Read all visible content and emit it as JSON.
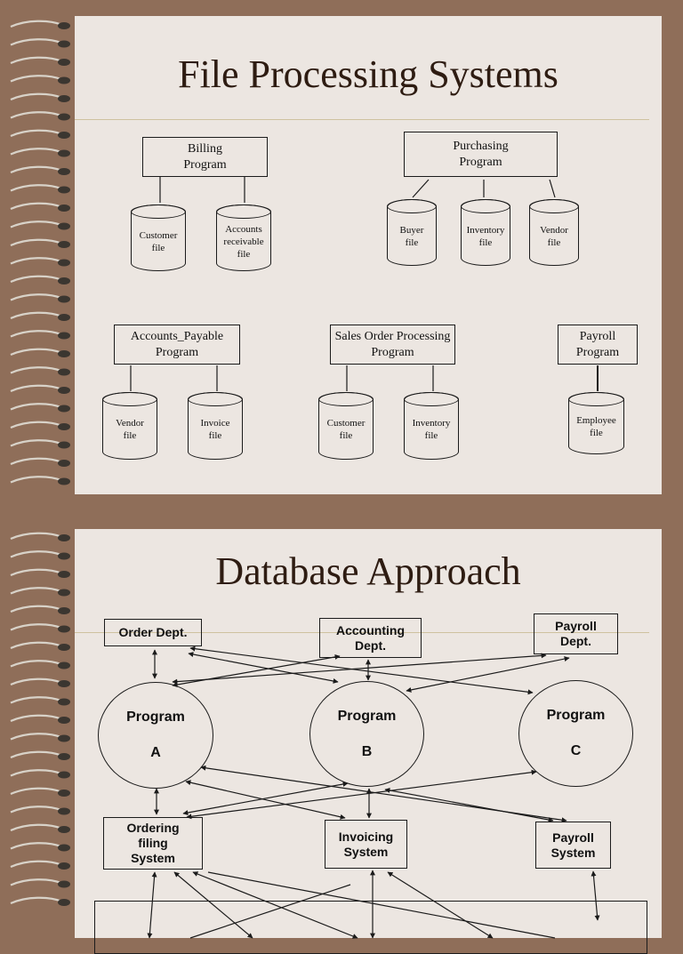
{
  "slide1": {
    "title": "File Processing Systems",
    "programs": [
      {
        "id": "billing",
        "label": "Billing\nProgram"
      },
      {
        "id": "purchasing",
        "label": "Purchasing\nProgram"
      },
      {
        "id": "ap",
        "label": "Accounts_Payable\nProgram"
      },
      {
        "id": "sop",
        "label": "Sales Order Processing\nProgram"
      },
      {
        "id": "payroll",
        "label": "Payroll\nProgram"
      }
    ],
    "files": [
      {
        "id": "customer1",
        "label": "Customer\nfile"
      },
      {
        "id": "ar",
        "label": "Accounts\nreceivable\nfile"
      },
      {
        "id": "buyer",
        "label": "Buyer\nfile"
      },
      {
        "id": "inventory1",
        "label": "Inventory\nfile"
      },
      {
        "id": "vendor1",
        "label": "Vendor\nfile"
      },
      {
        "id": "vendor2",
        "label": "Vendor\nfile"
      },
      {
        "id": "invoice",
        "label": "Invoice\nfile"
      },
      {
        "id": "customer2",
        "label": "Customer\nfile"
      },
      {
        "id": "inventory2",
        "label": "Inventory\nfile"
      },
      {
        "id": "employee",
        "label": "Employee\nfile"
      }
    ]
  },
  "slide2": {
    "title": "Database Approach",
    "departments": [
      {
        "id": "order",
        "label": "Order Dept."
      },
      {
        "id": "accounting",
        "label": "Accounting\nDept."
      },
      {
        "id": "payroll",
        "label": "Payroll\nDept."
      }
    ],
    "programs": [
      {
        "id": "a",
        "line1": "Program",
        "line2": "A"
      },
      {
        "id": "b",
        "line1": "Program",
        "line2": "B"
      },
      {
        "id": "c",
        "line1": "Program",
        "line2": "C"
      }
    ],
    "systems": [
      {
        "id": "ordering",
        "label": "Ordering\nfiling\nSystem"
      },
      {
        "id": "invoicing",
        "label": "Invoicing\nSystem"
      },
      {
        "id": "payroll",
        "label": "Payroll\nSystem"
      }
    ]
  },
  "colors": {
    "background": "#8f6e59",
    "slide": "#ece6e1",
    "title": "#2e1c12",
    "rule": "#cfc29f",
    "line": "#1b1b1b"
  }
}
